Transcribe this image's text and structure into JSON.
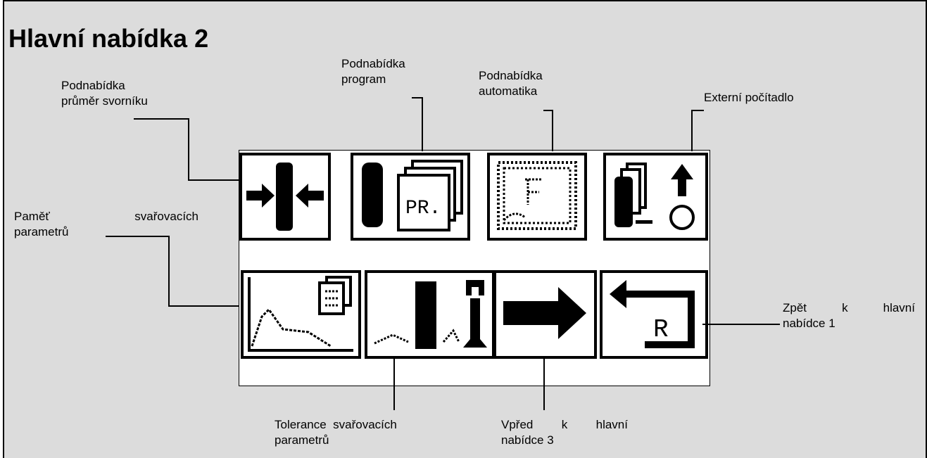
{
  "title": "Hlavní nabídka 2",
  "screen": {
    "top_row": [
      {
        "icon": "clamp-arrows-icon"
      },
      {
        "icon": "program-pages-icon",
        "text": "PR."
      },
      {
        "icon": "automatic-pattern-icon"
      },
      {
        "icon": "external-counter-icon"
      }
    ],
    "bottom_row": [
      {
        "icon": "parameter-graph-icon"
      },
      {
        "icon": "tolerance-wrench-icon"
      },
      {
        "icon": "forward-arrow-icon"
      },
      {
        "icon": "return-arrow-icon",
        "text": "R"
      }
    ]
  },
  "labels": {
    "prumer": [
      "Podnabídka",
      "průměr svorníku"
    ],
    "program": [
      "Podnabídka",
      "program"
    ],
    "automatika": [
      "Podnabídka",
      "automatika"
    ],
    "pocitadlo": [
      "Externí počítadlo"
    ],
    "pamet": [
      [
        "Paměť",
        "svařovacích"
      ],
      "parametrů"
    ],
    "zpet": [
      [
        "Zpět",
        "k",
        "hlavní"
      ],
      "nabídce 1"
    ],
    "tolerance": [
      "Tolerance  svařovacích",
      "parametrů"
    ],
    "vpred": [
      [
        "Vpřed",
        "k",
        "hlavní"
      ],
      "nabídce 3"
    ]
  }
}
